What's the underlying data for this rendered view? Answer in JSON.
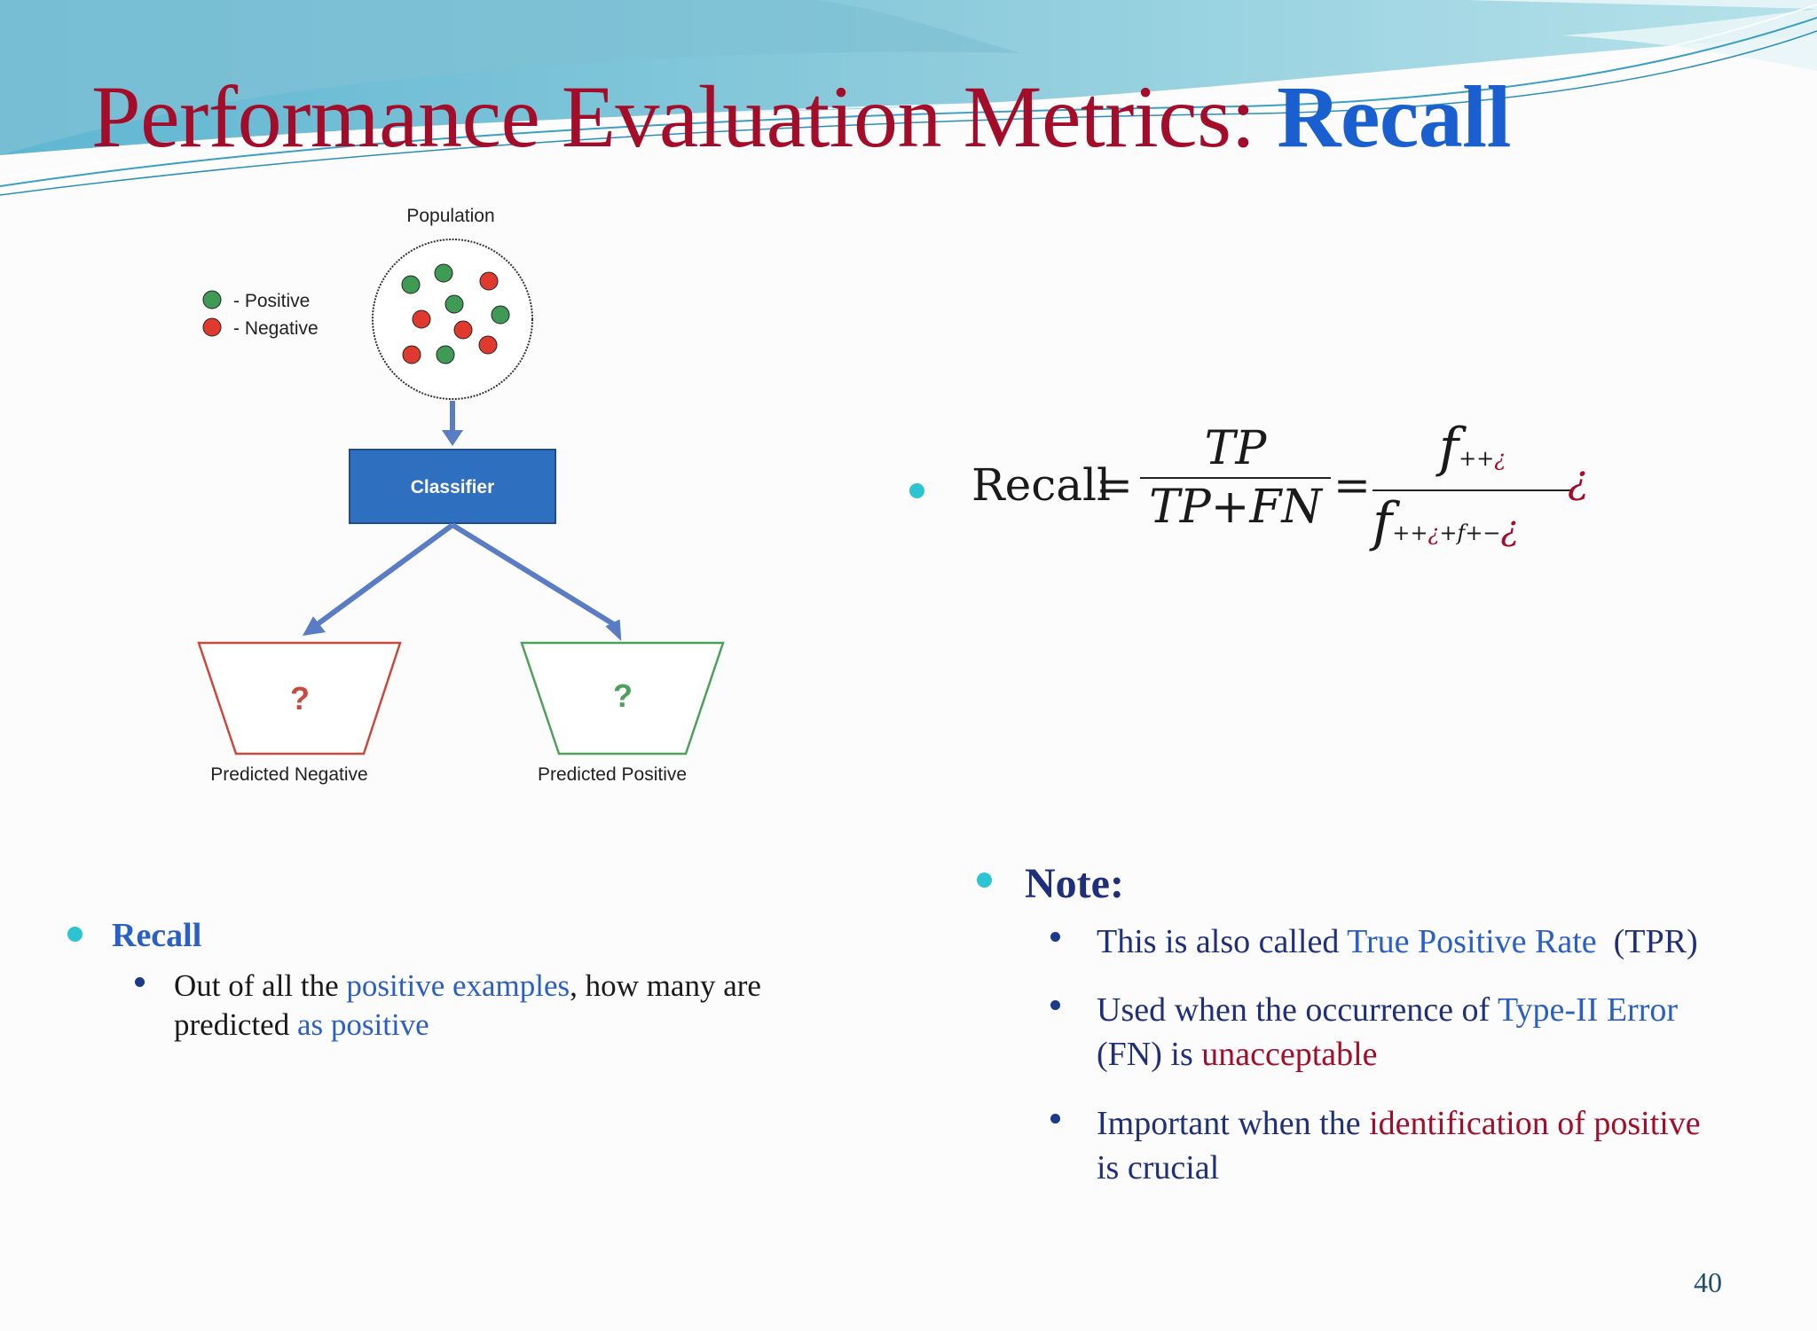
{
  "slide": {
    "title_main": "Performance Evaluation Metrics: ",
    "title_highlight": "Recall",
    "page_number": "40"
  },
  "diagram": {
    "population_label": "Population",
    "legend": [
      {
        "label": "- Positive",
        "color": "#3f9a55"
      },
      {
        "label": "- Negative",
        "color": "#e03a2f"
      }
    ],
    "classifier_label": "Classifier",
    "left_box": {
      "symbol": "?",
      "label": "Predicted Negative",
      "color": "#c84a3c"
    },
    "right_box": {
      "symbol": "?",
      "label": "Predicted Positive",
      "color": "#4da15a"
    },
    "colors": {
      "classifier": "#2f6fbf",
      "arrow": "#5a7cc4"
    }
  },
  "formula": {
    "lhs": "Recall",
    "eq": "=",
    "frac1_num": "TP",
    "frac1_den": "TP+FN",
    "frac2_num_f": "f",
    "frac2_num_sub": "++",
    "frac2_num_sub_mark": "¿",
    "frac2_den_f": "f",
    "frac2_den_sub1": "++",
    "frac2_den_sub_mark1": "¿",
    "frac2_den_sub2": "+f",
    "frac2_den_sub3": "+−",
    "frac2_den_sub_mark2": "¿",
    "trailing_mark": "¿"
  },
  "left_text": {
    "heading": "Recall",
    "sentence_1": "Out of all the ",
    "sentence_2": "positive examples",
    "sentence_3": ", how many are",
    "sentence_4": "predicted ",
    "sentence_5": "as positive"
  },
  "note": {
    "heading": "Note:",
    "item1_a": "This is also called ",
    "item1_b": "True Positive Rate",
    "item1_c": "  (TPR)",
    "item2_a": "Used when the occurrence of ",
    "item2_b": "Type-II Error",
    "item2_c": "(FN) is ",
    "item2_d": "unacceptable",
    "item3_a": "Important when the ",
    "item3_b": "identification of positive",
    "item3_c": "is crucial"
  }
}
